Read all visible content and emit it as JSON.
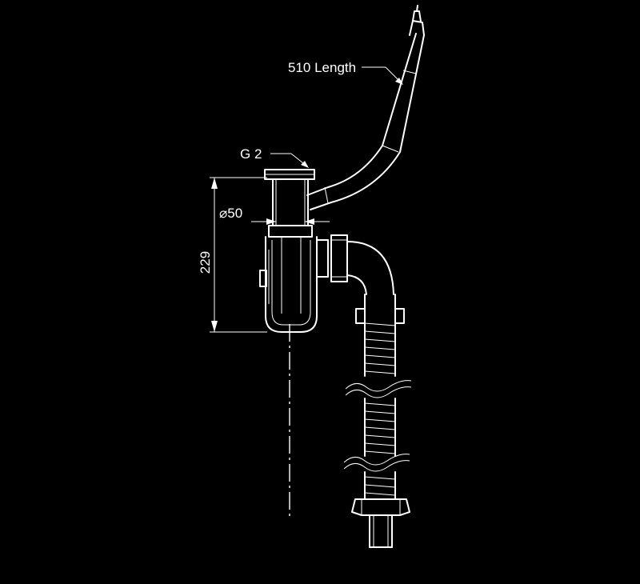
{
  "diagram": {
    "labels": {
      "hose_length": "510 Length",
      "thread": "G 2",
      "diameter": "⌀50",
      "height": "229"
    },
    "colors": {
      "background": "#000000",
      "line": "#ffffff"
    }
  }
}
